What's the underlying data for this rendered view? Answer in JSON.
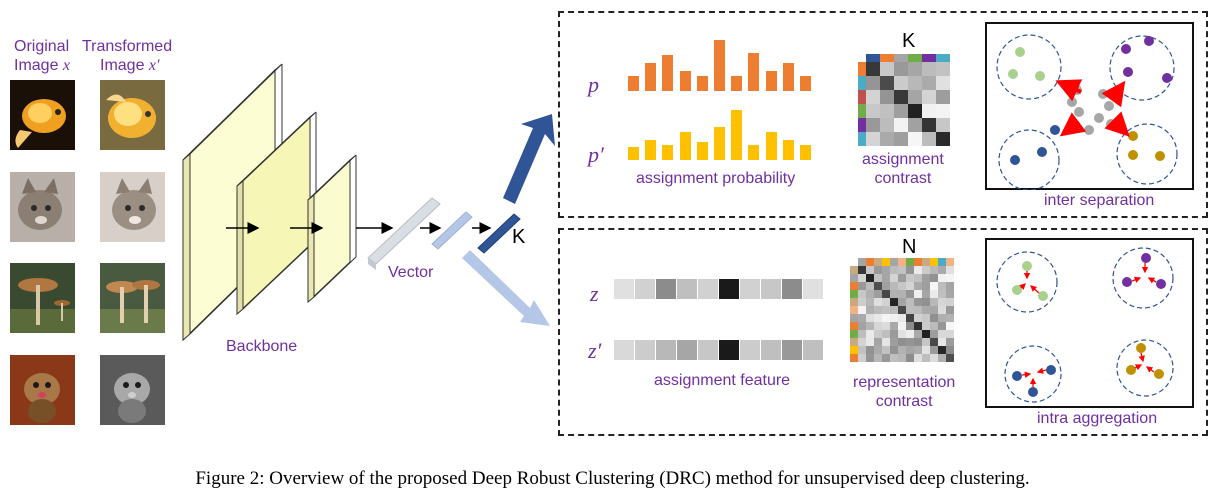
{
  "labels": {
    "original": "Original",
    "original_img": "Image",
    "original_var": "x",
    "transformed": "Transformed",
    "transformed_img": "Image",
    "transformed_var": "x′",
    "backbone": "Backbone",
    "vector": "Vector",
    "k_small": "K",
    "p": "p",
    "p_prime": "p′",
    "z": "z",
    "z_prime": "z′",
    "assign_prob": "assignment probability",
    "assign_contrast_1": "assignment",
    "assign_contrast_2": "contrast",
    "K_matrix": "K",
    "N_matrix": "N",
    "inter_sep": "inter separation",
    "assign_feat": "assignment feature",
    "rep_contrast_1": "representation",
    "rep_contrast_2": "contrast",
    "intra_agg": "intra aggregation"
  },
  "caption": "Figure 2:  Overview of the proposed Deep Robust Clustering (DRC) method for unsupervised deep clustering.",
  "colors": {
    "purple_text": "#7030a0",
    "orange": "#ed7d31",
    "gold": "#ffc000",
    "dark_blue": "#2f5597",
    "light_blue": "#b4c7e7",
    "cluster_green": "#a9d18e",
    "cluster_purple": "#7030a0",
    "cluster_navy": "#2f5597",
    "cluster_gold": "#bf9000",
    "gray_point": "#a6a6a6",
    "arrow_red": "#ff0000"
  },
  "p_bars": [
    0.3,
    0.55,
    0.7,
    0.4,
    0.3,
    1.0,
    0.3,
    0.75,
    0.4,
    0.55,
    0.3
  ],
  "p_prime_bars": [
    0.25,
    0.4,
    0.3,
    0.55,
    0.35,
    0.65,
    1.0,
    0.3,
    0.55,
    0.4,
    0.3
  ],
  "z_cells": [
    0.88,
    0.82,
    0.55,
    0.75,
    0.82,
    0.1,
    0.82,
    0.78,
    0.55,
    0.88
  ],
  "z_prime_cells": [
    0.85,
    0.8,
    0.72,
    0.65,
    0.78,
    0.1,
    0.8,
    0.75,
    0.6,
    0.75
  ],
  "k_header_colors": [
    "#2f5597",
    "#ed7d31",
    "#a5a5a5",
    "#70ad47",
    "#7030a0",
    "#4bacc6"
  ],
  "k_side_colors": [
    "#ed7d31",
    "#4bacc6",
    "#c0504d",
    "#70ad47",
    "#7030a0",
    "#4bacc6"
  ],
  "n_header_colors": [
    "#a5a5a5",
    "#ed7d31",
    "#c9a97f",
    "#ffc000",
    "#a5a5a5",
    "#f4b183",
    "#70ad47",
    "#ed7d31",
    "#c9a97f",
    "#ffc000",
    "#4bacc6",
    "#f4b183"
  ],
  "n_side_colors": [
    "#c9a97f",
    "#a5a5a5",
    "#ed7d31",
    "#70ad47",
    "#c9a97f",
    "#f4b183",
    "#a5a5a5",
    "#ed7d31",
    "#70ad47",
    "#c9a97f",
    "#ffc000",
    "#ed7d31"
  ]
}
